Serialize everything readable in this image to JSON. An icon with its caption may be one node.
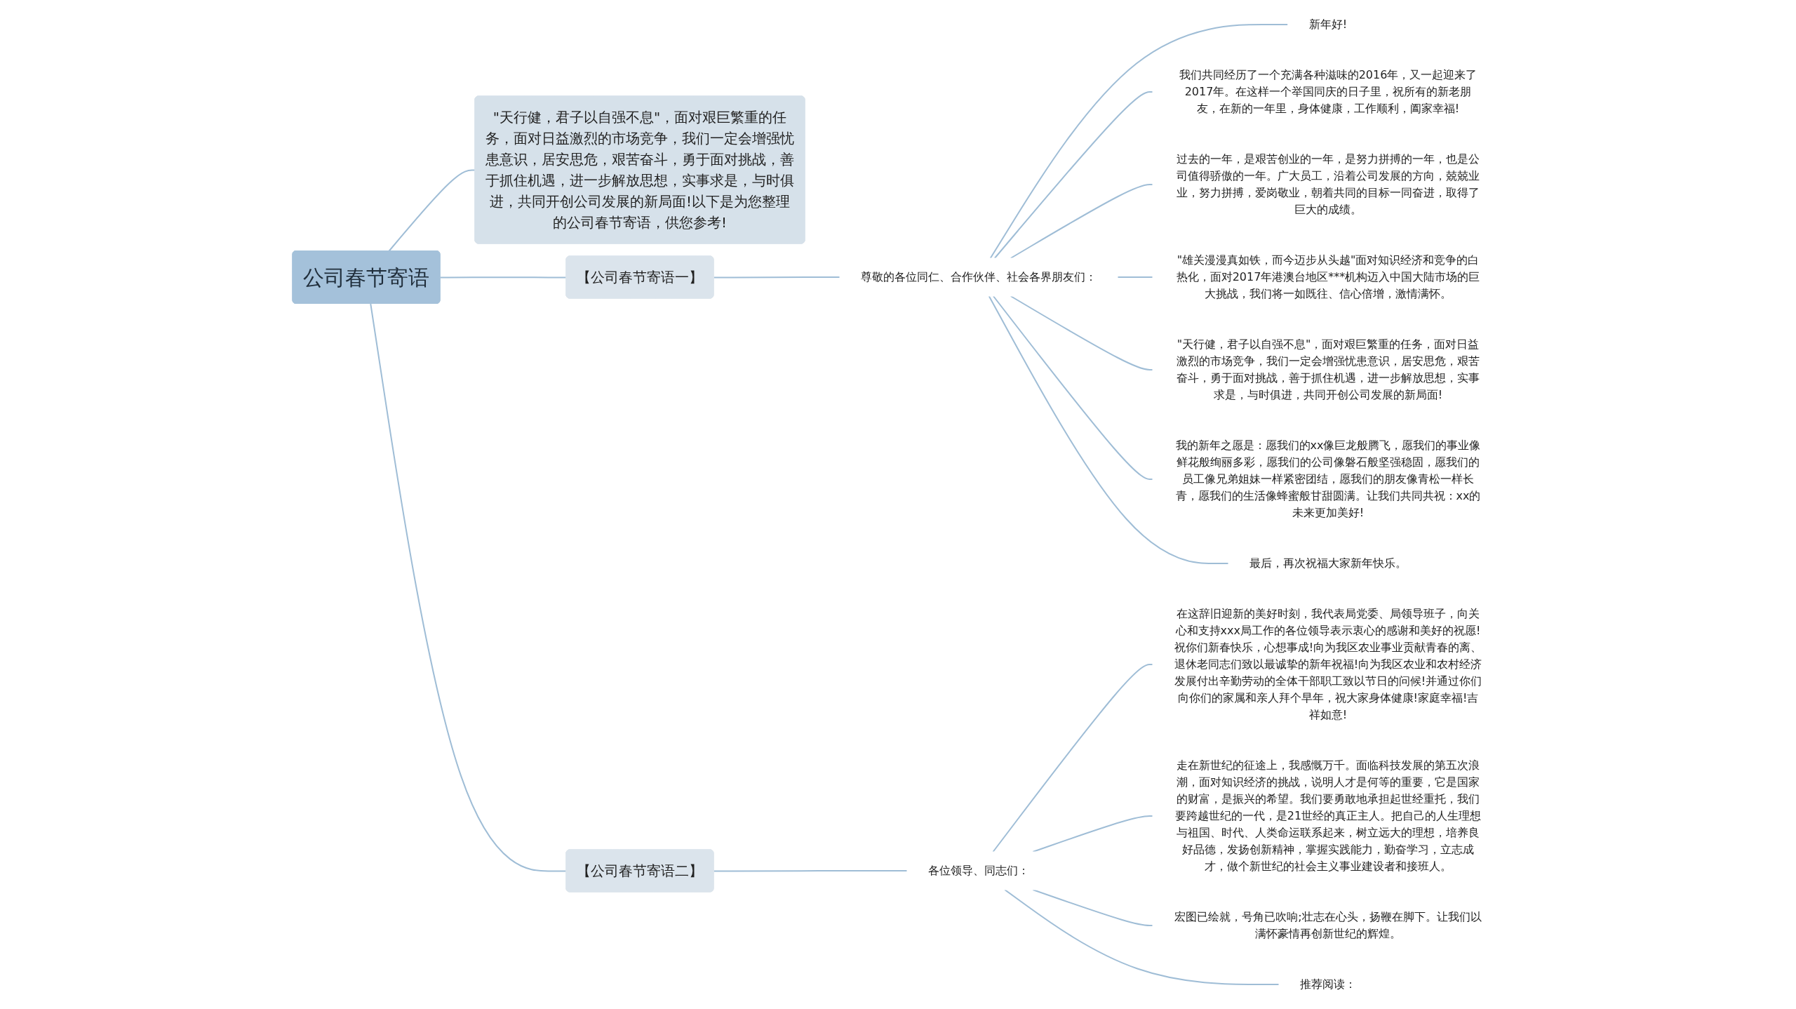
{
  "diagram": {
    "nodes": [
      {
        "text": [
          "公司春节寄语"
        ]
      },
      {
        "text": [
          "\"天行健，君子以自强不息\"，面对艰巨繁重的任务，面对日益激烈的市场竞争，我们一定会增强忧患意识，居安思危，艰苦奋斗，勇于面对挑战，善于抓住机遇，进一步解放思想，实事求是，与时俱进，共同开创公司发展的新局面!以下是为您整理的公司春节寄语，供您参考!"
        ]
      },
      {
        "text": [
          "【公司春节寄语一】"
        ]
      },
      {
        "text": [
          "尊敬的各位同仁、合作伙伴、社会各界朋友们："
        ]
      },
      {
        "text": [
          "新年好!"
        ]
      },
      {
        "text": [
          "我们共同经历了一个充满各种滋味的2016年，又一起迎来了2017年。在这样一个举国同庆的日子里，祝所有的新老朋友，在新的一年里，身体健康，工作顺利，阖家幸福!"
        ]
      },
      {
        "text": [
          "过去的一年，是艰苦创业的一年，是努力拼搏的一年，也是公司值得骄傲的一年。广大员工，沿着公司发展的方向，兢兢业业，努力拼搏，爱岗敬业，朝着共同的目标一同奋进，取得了巨大的成绩。"
        ]
      },
      {
        "text": [
          "\"雄关漫漫真如铁，而今迈步从头越\"面对知识经济和竞争的白热化，面对2017年港澳台地区***机构迈入中国大陆市场的巨大挑战，我们将一如既往、信心倍增，激情满怀。"
        ]
      },
      {
        "text": [
          "\"天行健，君子以自强不息\"，面对艰巨繁重的任务，面对日益激烈的市场竞争，我们一定会增强忧患意识，居安思危，艰苦奋斗，勇于面对挑战，善于抓住机遇，进一步解放思想，实事求是，与时俱进，共同开创公司发展的新局面!"
        ]
      },
      {
        "text": [
          "我的新年之愿是：愿我们的xx像巨龙般腾飞，愿我们的事业像鲜花般绚丽多彩，愿我们的公司像磐石般坚强稳固，愿我们的员工像兄弟姐妹一样紧密团结，愿我们的朋友像青松一样长青，愿我们的生活像蜂蜜般甘甜圆满。让我们共同共祝：xx的未来更加美好!"
        ]
      },
      {
        "text": [
          "最后，再次祝福大家新年快乐。"
        ]
      },
      {
        "text": [
          "【公司春节寄语二】"
        ]
      },
      {
        "text": [
          "各位领导、同志们："
        ]
      },
      {
        "text": [
          "在这辞旧迎新的美好时刻，我代表局党委、局领导班子，向关心和支持xxx局工作的各位领导表示衷心的感谢和美好的祝愿!祝你们新春快乐，心想事成!向为我区农业事业贡献青春的离、退休老同志们致以最诚挚的新年祝福!向为我区农业和农村经济发展付出辛勤劳动的全体干部职工致以节日的问候!并通过你们向你们的家属和亲人拜个早年，祝大家身体健康!家庭幸福!吉祥如意!"
        ]
      },
      {
        "text": [
          "走在新世纪的征途上，我感慨万千。面临科技发展的第五次浪潮，面对知识经济的挑战，说明人才是何等的重要，它是国家的财富，是振兴的希望。我们要勇敢地承担起世经重托，我们要跨越世纪的一代，是21世经的真正主人。把自己的人生理想与祖国、时代、人类命运联系起来，树立远大的理想，培养良好品德，发扬创新精神，掌握实践能力，勤奋学习，立志成才，做个新世纪的社会主义事业建设者和接班人。"
        ]
      },
      {
        "text": [
          "宏图已绘就，号角已吹响;壮志在心头，扬鞭在脚下。让我们以满怀豪情再创新世纪的辉煌。"
        ]
      },
      {
        "text": [
          "推荐阅读："
        ]
      }
    ],
    "edges": [
      {
        "from": 0,
        "to": 1,
        "arrow": "none"
      },
      {
        "from": 0,
        "to": 2,
        "arrow": "none"
      },
      {
        "from": 2,
        "to": 3,
        "arrow": "none"
      },
      {
        "from": 3,
        "to": 4,
        "arrow": "none"
      },
      {
        "from": 3,
        "to": 5,
        "arrow": "none"
      },
      {
        "from": 3,
        "to": 6,
        "arrow": "none"
      },
      {
        "from": 3,
        "to": 7,
        "arrow": "none"
      },
      {
        "from": 3,
        "to": 8,
        "arrow": "none"
      },
      {
        "from": 3,
        "to": 9,
        "arrow": "none"
      },
      {
        "from": 3,
        "to": 10,
        "arrow": "none"
      },
      {
        "from": 0,
        "to": 11,
        "arrow": "none"
      },
      {
        "from": 11,
        "to": 12,
        "arrow": "none"
      },
      {
        "from": 12,
        "to": 13,
        "arrow": "none"
      },
      {
        "from": 12,
        "to": 14,
        "arrow": "none"
      },
      {
        "from": 12,
        "to": 15,
        "arrow": "none"
      },
      {
        "from": 12,
        "to": 16,
        "arrow": "none"
      }
    ]
  }
}
